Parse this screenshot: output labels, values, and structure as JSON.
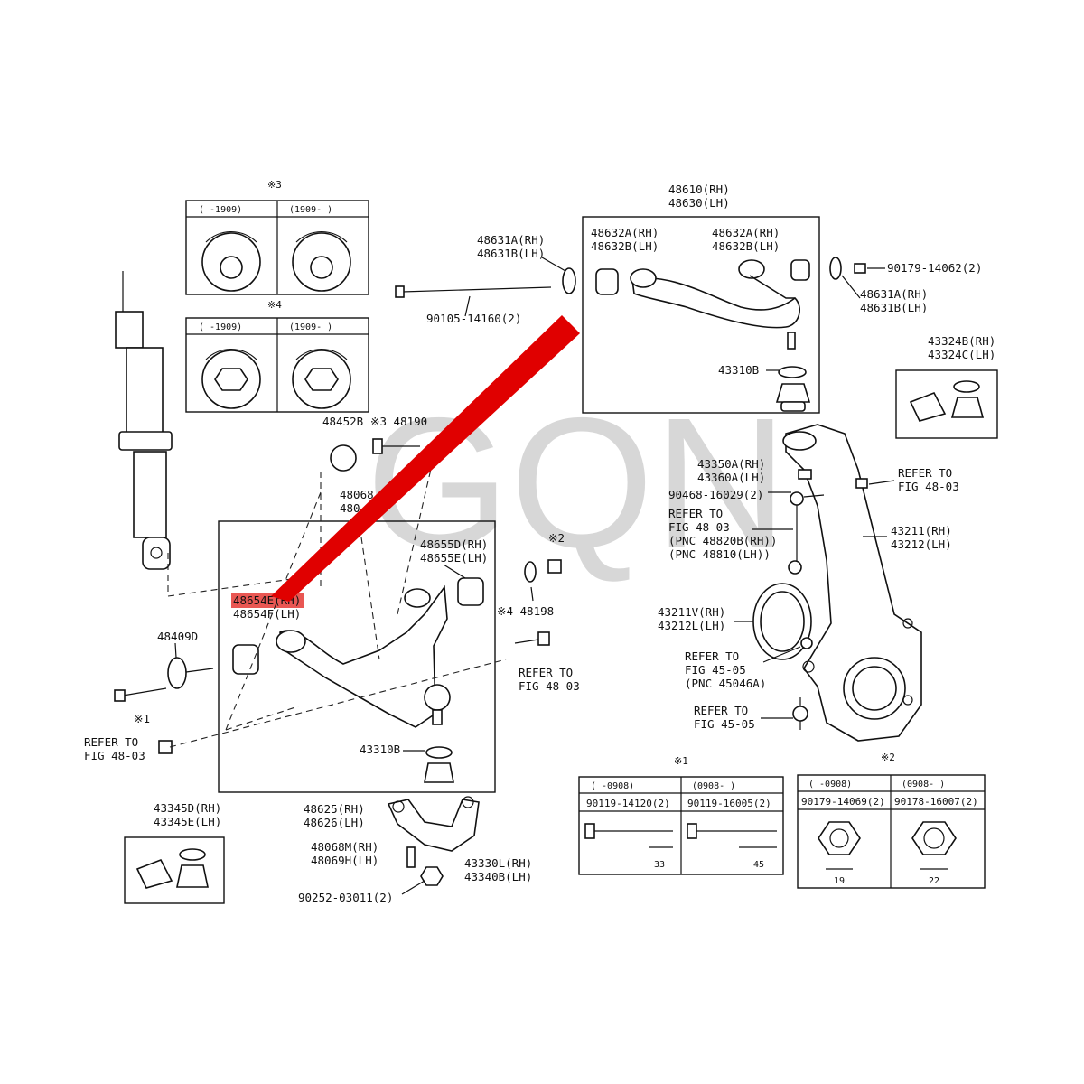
{
  "watermark": "GQN",
  "accent_color": "#e00000",
  "labels": {
    "upper_arm": [
      "48610(RH)",
      "48630(LH)"
    ],
    "upper_cam_left": [
      "48631A(RH)",
      "48631B(LH)"
    ],
    "upper_bushing": [
      "48632A(RH)",
      "48632B(LH)"
    ],
    "upper_bushing_right": [
      "48632A(RH)",
      "48632B(LH)"
    ],
    "upper_nut": "90179-14062(2)",
    "upper_cam_right": [
      "48631A(RH)",
      "48631B(LH)"
    ],
    "upper_bolt": "90105-14160(2)",
    "upper_ball_joint": "43310B",
    "boot_kit_upper": [
      "43324B(RH)",
      "43324C(LH)"
    ],
    "n48452b": "48452B",
    "n48190": "※3 48190",
    "n48068_partial": [
      "48068",
      "480"
    ],
    "n43350": [
      "43350A(RH)",
      "43360A(LH)"
    ],
    "n90468": "90468-16029(2)",
    "refer_stab": [
      "REFER TO",
      "FIG 48-03",
      "(PNC 48820B(RH))",
      "(PNC 48810(LH))"
    ],
    "refer_top": [
      "REFER TO",
      "FIG 48-03"
    ],
    "knuckle": [
      "43211(RH)",
      "43212(LH)"
    ],
    "seal": [
      "43211V(RH)",
      "43212L(LH)"
    ],
    "refer_45_05a": [
      "REFER TO",
      "FIG 45-05",
      "(PNC 45046A)"
    ],
    "refer_45_05b": [
      "REFER TO",
      "FIG 45-05"
    ],
    "n48655": [
      "48655D(RH)",
      "48655E(LH)"
    ],
    "mark_2": "※2",
    "mark_4_48198": "※4 48198",
    "refer_lower_bolt": [
      "REFER TO",
      "FIG 48-03"
    ],
    "n48654_rh": "48654E(RH)",
    "n48654_lh": "48654F(LH)",
    "n48409d": "48409D",
    "mark_1": "※1",
    "refer_left": [
      "REFER TO",
      "FIG 48-03"
    ],
    "lower_ball_joint": "43310B",
    "boot_kit_lower": [
      "43345D(RH)",
      "43345E(LH)"
    ],
    "n48625": [
      "48625(RH)",
      "48626(LH)"
    ],
    "n48068m": [
      "48068M(RH)",
      "48069H(LH)"
    ],
    "n43330": [
      "43330L(RH)",
      "43340B(LH)"
    ],
    "n90252": "90252-03011(2)"
  },
  "inset_cam3": {
    "mark": "※3",
    "cols": [
      "(    -1909)",
      "(1909-     )"
    ]
  },
  "inset_cam4": {
    "mark": "※4",
    "cols": [
      "(    -1909)",
      "(1909-     )"
    ]
  },
  "table_bolts": {
    "mark": "※1",
    "periods": [
      "(    -0908)",
      "(0908-     )"
    ],
    "parts": [
      "90119-14120(2)",
      "90119-16005(2)"
    ],
    "dims": [
      "33",
      "45"
    ]
  },
  "table_nuts": {
    "mark": "※2",
    "periods": [
      "(    -0908)",
      "(0908-     )"
    ],
    "parts": [
      "90179-14069(2)",
      "90178-16007(2)"
    ],
    "dims": [
      "19",
      "22"
    ]
  }
}
